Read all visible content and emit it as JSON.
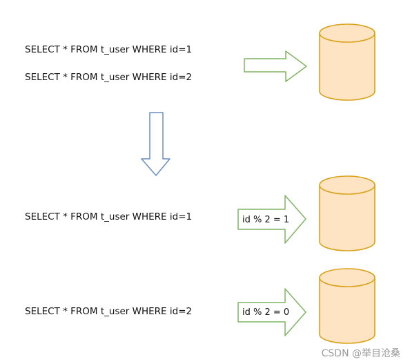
{
  "colors": {
    "db_fill": "#FFE4C4",
    "db_stroke": "#D9A21B",
    "arrow_green": "#82B366",
    "arrow_blue": "#6C8EBF",
    "text": "#111111"
  },
  "before": {
    "queries": [
      "SELECT * FROM t_user WHERE id=1",
      "SELECT * FROM t_user WHERE id=2"
    ]
  },
  "after": {
    "routes": [
      {
        "query": "SELECT * FROM t_user WHERE id=1",
        "condition": "id % 2 = 1"
      },
      {
        "query": "SELECT * FROM t_user WHERE id=2",
        "condition": "id % 2 = 0"
      }
    ]
  },
  "watermark": "CSDN @举目沧桑"
}
